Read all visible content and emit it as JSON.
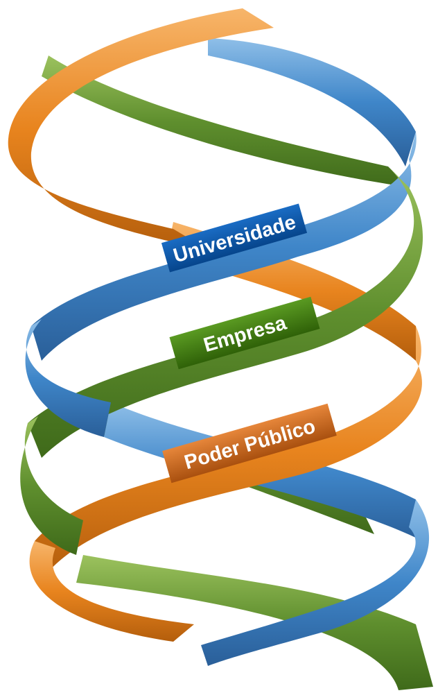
{
  "diagram": {
    "type": "triple-helix",
    "strands": [
      {
        "id": "universidade",
        "label": "Universidade",
        "color": "#3f86c9",
        "dark": "#2a5f99",
        "light": "#8fbfe8"
      },
      {
        "id": "empresa",
        "label": "Empresa",
        "color": "#5f8f2e",
        "dark": "#3f6a1a",
        "light": "#9cc25e"
      },
      {
        "id": "poder-publico",
        "label": "Poder Público",
        "color": "#e8841e",
        "dark": "#b45e0c",
        "light": "#f7b56a"
      }
    ],
    "label_box_colors": {
      "universidade": "#0a55a8",
      "empresa": "#3f7a12",
      "poder-publico": "#c9651c"
    }
  }
}
